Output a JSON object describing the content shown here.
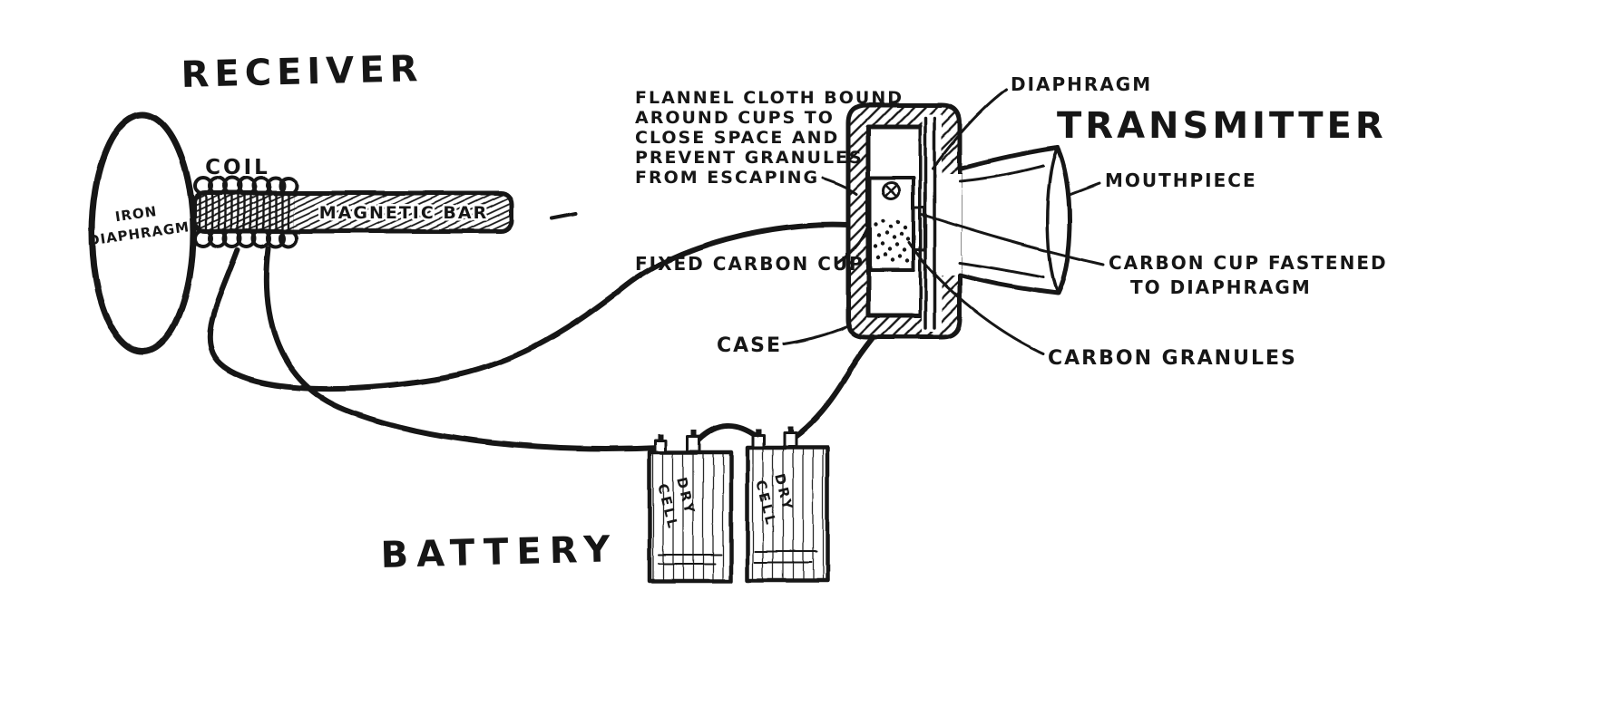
{
  "diagram": {
    "receiver_title": "RECEIVER",
    "transmitter_title": "TRANSMITTER",
    "battery_title": "BATTERY",
    "labels": {
      "iron_diaphragm": [
        "IRON",
        "DIAPHRAGM"
      ],
      "coil": "COIL",
      "magnetic_bar": "MAGNETIC BAR",
      "flannel_note": [
        "FLANNEL CLOTH BOUND",
        "AROUND CUPS TO",
        "CLOSE SPACE AND",
        "PREVENT GRANULES",
        "FROM ESCAPING"
      ],
      "diaphragm": "DIAPHRAGM",
      "mouthpiece": "MOUTHPIECE",
      "fixed_carbon_cup": "FIXED CARBON CUP",
      "carbon_cup_fastened": [
        "CARBON CUP FASTENED",
        "TO DIAPHRAGM"
      ],
      "case": "CASE",
      "carbon_granules": "CARBON GRANULES",
      "dry_cell": [
        "DRY",
        "CELL"
      ]
    },
    "colors": {
      "ink": "#161616",
      "paper": "#ffffff"
    }
  }
}
